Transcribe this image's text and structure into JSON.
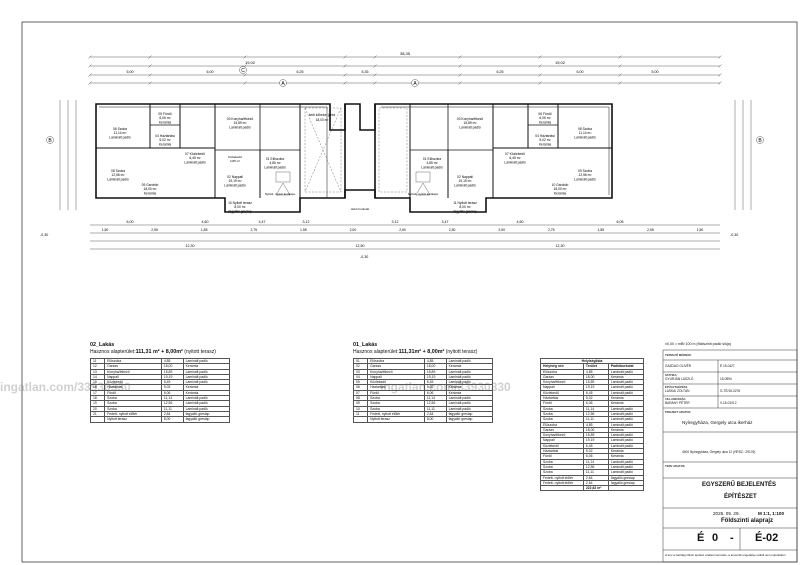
{
  "watermark": "ingatlan.com/33930330",
  "dims": {
    "total": "38,35",
    "half_left": "19,02",
    "half_right": "19,02",
    "left_top": [
      "5,00",
      "6,00",
      "6,25",
      "5,35"
    ],
    "right_top": [
      "6,25",
      "6,00",
      "5,00"
    ],
    "bottom_left": [
      "6,00",
      "4,60",
      "3,47",
      "3,12"
    ],
    "bottom_right": [
      "3,12",
      "3,47",
      "4,60",
      "6,05"
    ],
    "bottom_row2": [
      "1,50",
      "2,55",
      "1,85",
      "2,75",
      "1,55",
      "2,00",
      "2,50",
      "2,50",
      "2,50",
      "2,75",
      "1,85",
      "2,55",
      "1,50"
    ],
    "bottom_total_left": "12,30",
    "bottom_total_right": "12,30",
    "bottom_mid": "12,50"
  },
  "axis_labels": [
    "C",
    "A",
    "A",
    "B",
    "B"
  ],
  "levels": [
    "-0,30",
    "-0,30",
    "-0,30",
    "±0,00"
  ],
  "rooms_left": [
    {
      "num": "06",
      "name": "Szoba",
      "area": "11,14 m²",
      "floor": "Laminált padló"
    },
    {
      "num": "05",
      "name": "Fürdő",
      "area": "6,06 m²",
      "floor": "Kerámia"
    },
    {
      "num": "04",
      "name": "Háztartási",
      "area": "5,02 m²",
      "floor": "Kerámia"
    },
    {
      "num": "03",
      "name": "Konyha/étkező",
      "area": "15,89 m²",
      "floor": "Laminált padló"
    },
    {
      "num": "07",
      "name": "Közlekedő",
      "area": "6,45 m²",
      "floor": "Laminált padló"
    },
    {
      "num": "08",
      "name": "Szoba",
      "area": "12,56 m²",
      "floor": "Laminált padló"
    },
    {
      "num": "02",
      "name": "Nappali",
      "area": "19,19 m²",
      "floor": "Laminált padló"
    },
    {
      "num": "01",
      "name": "Előszoba",
      "area": "4,85 m²",
      "floor": "Laminált padló"
    },
    {
      "num": "09",
      "name": "Gardrób",
      "area": "18,00 m²",
      "floor": "Kerámia"
    },
    {
      "num": "10",
      "name": "Nyitott terasz",
      "area": "8,00 m²",
      "floor": "fagyálló greslap"
    }
  ],
  "rooms_right": [
    {
      "num": "06",
      "name": "Fürdő",
      "area": "6,06 m²",
      "floor": "Kerámia"
    },
    {
      "num": "04",
      "name": "Háztartási",
      "area": "5,02 m²",
      "floor": "Kerámia"
    },
    {
      "num": "08",
      "name": "Szoba",
      "area": "11,14 m²",
      "floor": "Laminált padló"
    },
    {
      "num": "03",
      "name": "Konyha/étkező",
      "area": "15,89 m²",
      "floor": "Laminált padló"
    },
    {
      "num": "07",
      "name": "Közlekedő",
      "area": "6,45 m²",
      "floor": "Laminált padló"
    },
    {
      "num": "02",
      "name": "Nappali",
      "area": "19,19 m²",
      "floor": "Laminált padló"
    },
    {
      "num": "09",
      "name": "Szoba",
      "area": "12,56 m²",
      "floor": "Laminált padló"
    },
    {
      "num": "01",
      "name": "Előszoba",
      "area": "4,85 m²",
      "floor": "Laminált padló"
    },
    {
      "num": "10",
      "name": "Gardrób",
      "area": "18,00 m²",
      "floor": "Kerámia"
    },
    {
      "num": "11",
      "name": "Nyitott terasz",
      "area": "8,00 m²",
      "floor": "fagyálló greslap"
    }
  ],
  "misc_plan": {
    "entry_left": "Nyitott, nyitott kertkapu",
    "entry_right": "Nyitott, nyitott kertkapu",
    "carport": "kerti kőbeton járda",
    "carport_area": "18,00 m²",
    "hall_left": "Közlekedő",
    "hall_left_area": "4,85 m²",
    "paved": "térkő burkolat"
  },
  "table_02": {
    "title": "02_Lakás",
    "subtitle_prefix": "Hasznos alapterület:",
    "subtitle_value": "111,31 m² + 8,00m²",
    "subtitle_suffix": "(nyitott terasz)",
    "rows": [
      [
        "11",
        "Előszoba",
        "4,85",
        "Laminált padló"
      ],
      [
        "12",
        "Garázs",
        "18,00",
        "Kerámia"
      ],
      [
        "13",
        "Konyha/étkező",
        "15,89",
        "Laminált padló"
      ],
      [
        "14",
        "Nappali",
        "19,19",
        "Laminált padló"
      ],
      [
        "15",
        "Közlekedő",
        "6,45",
        "Laminált padló"
      ],
      [
        "16",
        "Háztartási",
        "5,02",
        "Kerámia"
      ],
      [
        "17",
        "Fürdő",
        "6,06",
        "Kerámia"
      ],
      [
        "18",
        "Szoba",
        "11,14",
        "Laminált padló"
      ],
      [
        "19",
        "Szoba",
        "12,56",
        "Laminált padló"
      ],
      [
        "20",
        "Szoba",
        "11,11",
        "Laminált padló"
      ],
      [
        "21",
        "Fedett- nyitott előtér",
        "2,64",
        "fagyálló greslap"
      ],
      [
        "",
        "Nyitott terasz",
        "8,00",
        "fagyálló greslap"
      ]
    ]
  },
  "table_01": {
    "title": "01_Lakás",
    "subtitle_prefix": "Hasznos alapterület:",
    "subtitle_value": "111,31m² + 8,00m²",
    "subtitle_suffix": "(nyitott terasz)",
    "rows": [
      [
        "01",
        "Előszoba",
        "4,85",
        "Laminált padló"
      ],
      [
        "02",
        "Garázs",
        "18,00",
        "Kerámia"
      ],
      [
        "03",
        "Konyha/étkező",
        "15,89",
        "Laminált padló"
      ],
      [
        "04",
        "Nappali",
        "19,19",
        "Laminált padló"
      ],
      [
        "05",
        "Közlekedő",
        "6,45",
        "Laminált padló"
      ],
      [
        "06",
        "Háztartási",
        "5,02",
        "Kerámia"
      ],
      [
        "07",
        "Fürdő",
        "6,06",
        "Kerámia"
      ],
      [
        "08",
        "Szoba",
        "11,14",
        "Laminált padló"
      ],
      [
        "09",
        "Szoba",
        "12,56",
        "Laminált padló"
      ],
      [
        "10",
        "Szoba",
        "11,11",
        "Laminált padló"
      ],
      [
        "11",
        "Fedett- nyitott előtér",
        "2,64",
        "fagyálló greslap"
      ],
      [
        "",
        "Nyitott terasz",
        "8,00",
        "fagyálló greslap"
      ]
    ]
  },
  "room_schedule": {
    "title": "Helyiséglista",
    "headers": [
      "Helyiség név",
      "Terület",
      "Padlóburkolat"
    ],
    "rows": [
      [
        "Előszoba",
        "4,85",
        "Laminált padló"
      ],
      [
        "Garázs",
        "18,00",
        "Kerámia"
      ],
      [
        "Konyha/étkező",
        "15,89",
        "Laminált padló"
      ],
      [
        "Nappali",
        "19,19",
        "Laminált padló"
      ],
      [
        "Közlekedő",
        "6,45",
        "Laminált padló"
      ],
      [
        "Háztartási",
        "5,02",
        "Kerámia"
      ],
      [
        "Fürdő",
        "6,06",
        "Kerámia"
      ],
      [
        "Szoba",
        "11,14",
        "Laminált padló"
      ],
      [
        "Szoba",
        "12,56",
        "Laminált padló"
      ],
      [
        "Szoba",
        "11,11",
        "Laminált padló"
      ],
      [
        "Előszoba",
        "4,85",
        "Laminált padló"
      ],
      [
        "Garázs",
        "18,00",
        "Kerámia"
      ],
      [
        "Konyha/étkező",
        "15,89",
        "Laminált padló"
      ],
      [
        "Nappali",
        "19,19",
        "Laminált padló"
      ],
      [
        "Közlekedő",
        "6,45",
        "Laminált padló"
      ],
      [
        "Háztartási",
        "5,02",
        "Kerámia"
      ],
      [
        "Fürdő",
        "6,06",
        "Kerámia"
      ],
      [
        "Szoba",
        "11,14",
        "Laminált padló"
      ],
      [
        "Szoba",
        "12,56",
        "Laminált padló"
      ],
      [
        "Szoba",
        "11,11",
        "Laminált padló"
      ],
      [
        "Fedett- nyitott előtér",
        "2,64",
        "fagyálló greslap"
      ],
      [
        "Fedett- nyitott előtér",
        "2,64",
        "fagyálló greslap"
      ]
    ],
    "total": "222,62 m²"
  },
  "title_block": {
    "reference": "±0,00 = mBf 100 m (földszinti padló síkja)",
    "l_designer": "TERVEZŐ MÉRNÖK",
    "designer": "GAZDAG OLIVÉR",
    "designer_no": "É 15-0427",
    "l_designer2": "STATIKA",
    "designer2": "GYURJÁN LÁSZLÓ",
    "designer2_no": "15-0594",
    "l_designer3": "ÉPÜLETGÉPÉSZ",
    "designer3": "LASKAI ZOLTÁN",
    "designer3_no": "G-TÉ/15-0276",
    "l_designer4": "VILLAMOSSÁG",
    "designer4": "BARANY PÉTER",
    "designer4_no": "V-15-01012",
    "l_project": "PROJEKT ADATOK",
    "project": "Nyíregyháza, Gergely utca ikerház",
    "address": "4400 Nyíregyháza, Gergely utca 12 (HRSZ.: 29176)",
    "l_drawing": "TERV ADATOK",
    "plan_type": "EGYSZERŰ BEJELENTÉS",
    "discipline": "ÉPÍTÉSZET",
    "date": "2026. 05. 29.",
    "scale": "M 1:1, 1:100",
    "sheet_title": "Földszinti alaprajz",
    "code_a": "É",
    "code_b": "0",
    "code_c": "-",
    "code_d": "É-02",
    "footer": "A terv a Gazdag Olivér építész szellemi terméke, a tervezők engedélye nélkül nem másolható!"
  }
}
